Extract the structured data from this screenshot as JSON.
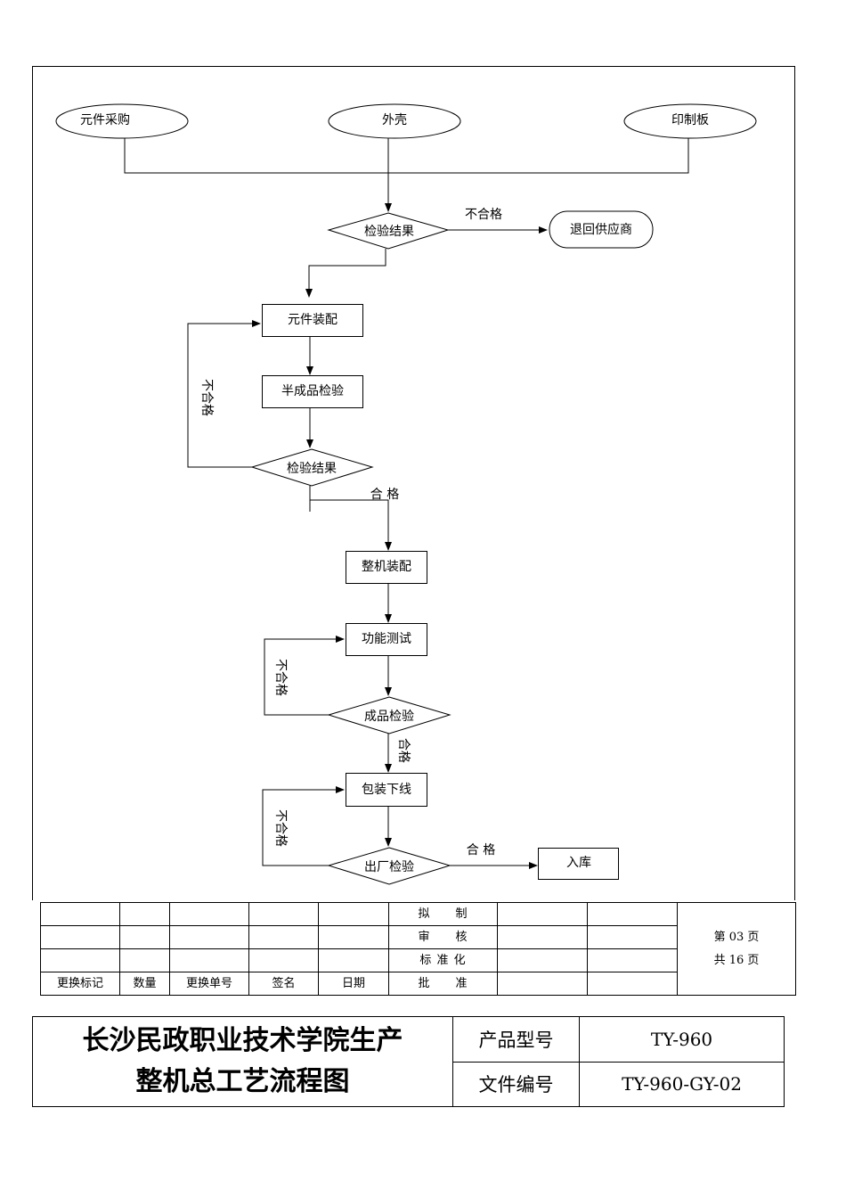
{
  "flowchart": {
    "nodes": {
      "parts_purchase": "元件采购",
      "housing": "外壳",
      "pcb": "印制板",
      "inspect_result_1": "检验结果",
      "return_supplier": "退回供应商",
      "component_assembly": "元件装配",
      "semi_inspection": "半成品检验",
      "inspect_result_2": "检验结果",
      "complete_assembly": "整机装配",
      "function_test": "功能测试",
      "product_inspection": "成品检验",
      "packaging": "包装下线",
      "factory_inspection": "出厂检验",
      "warehouse": "入库"
    },
    "edge_labels": {
      "fail_1": "不合格",
      "fail_2": "不合格",
      "pass_2": "合 格",
      "fail_3": "不合格",
      "pass_3": "合格",
      "fail_4": "不合格",
      "pass_4": "合 格"
    }
  },
  "revision_table": {
    "headers": [
      "更换标记",
      "数量",
      "更换单号",
      "签名",
      "日期"
    ],
    "sign_labels": [
      "拟　　制",
      "审　　核",
      "标 准 化",
      "批　　准"
    ],
    "page_no": "第 03 页",
    "page_total": "共 16 页"
  },
  "title_block": {
    "org_line1": "长沙民政职业技术学院生产",
    "org_line2": "整机总工艺流程图",
    "model_label": "产品型号",
    "model_value": "TY-960",
    "doc_label": "文件编号",
    "doc_value": "TY-960-GY-02"
  }
}
